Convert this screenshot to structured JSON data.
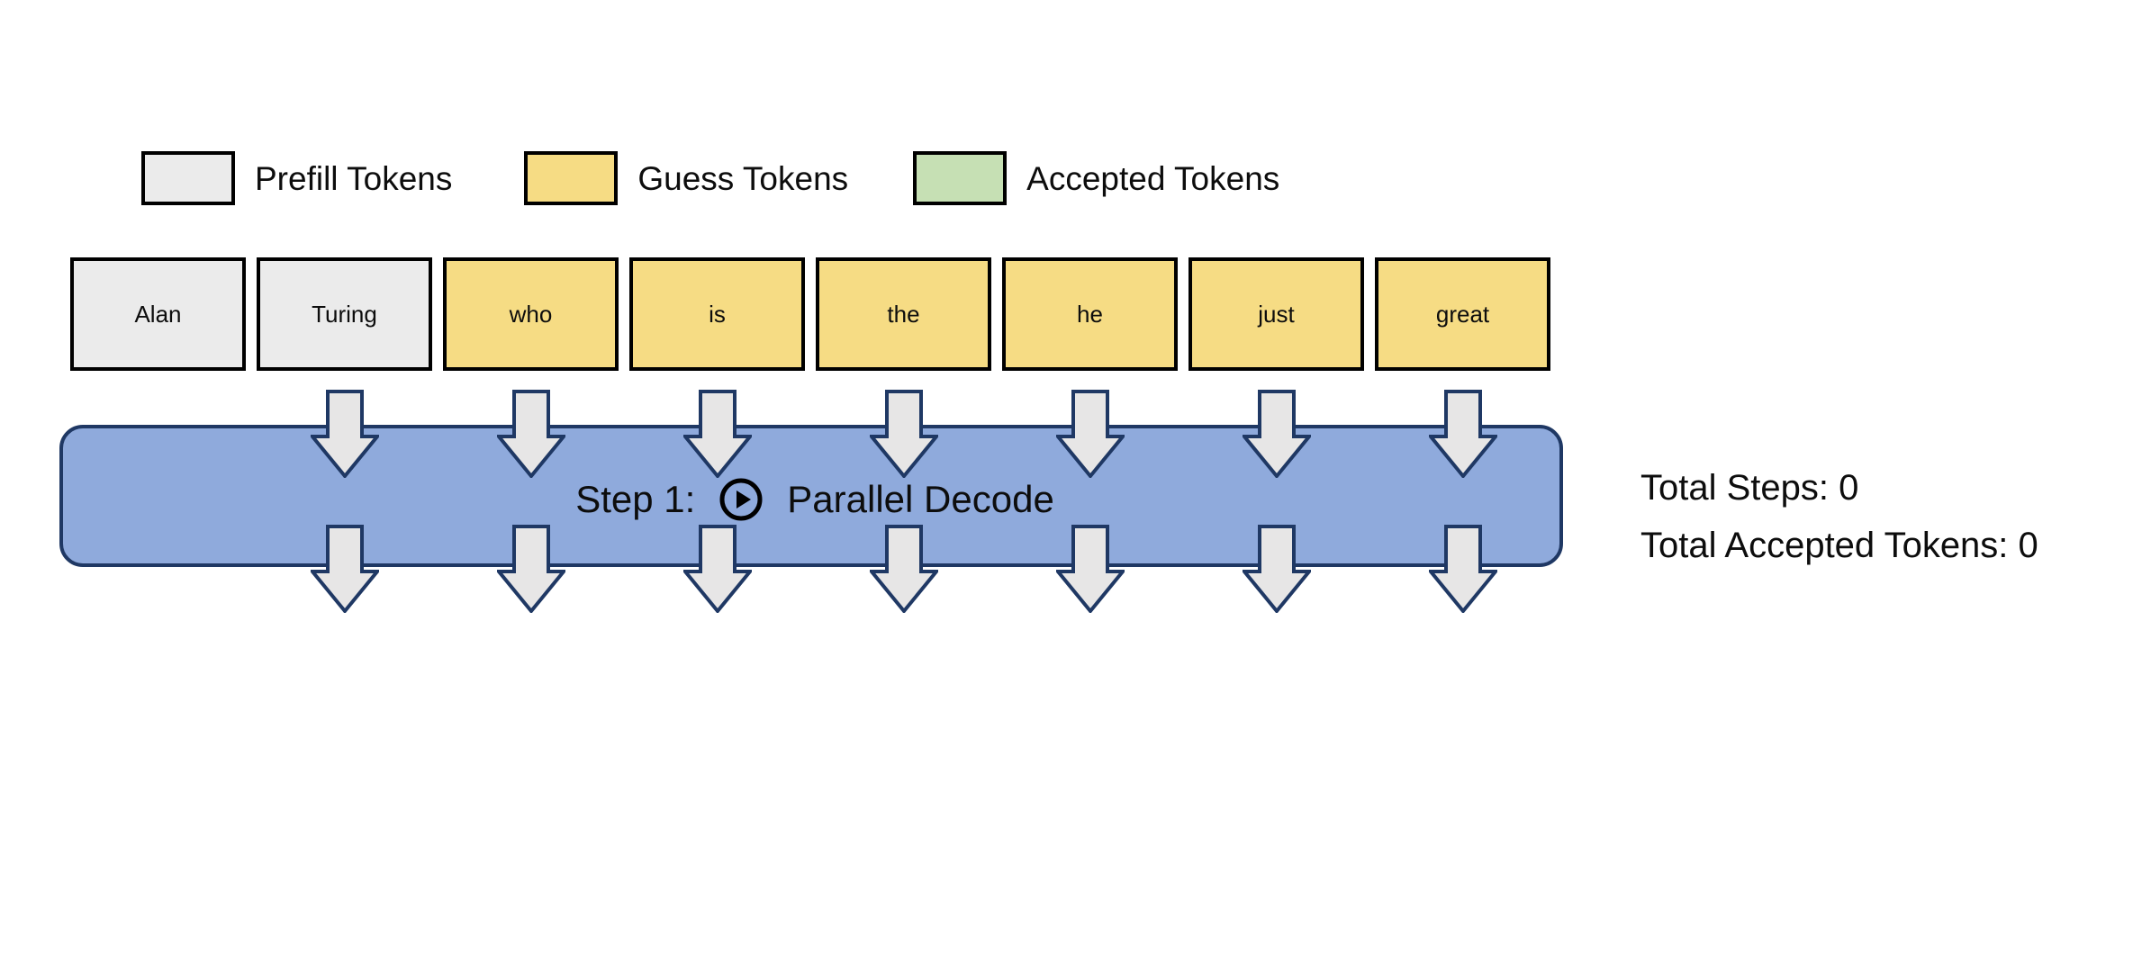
{
  "legend": {
    "items": [
      {
        "label": "Prefill Tokens",
        "kind": "prefill",
        "color": "#EBEBEB"
      },
      {
        "label": "Guess Tokens",
        "kind": "guess",
        "color": "#F6DC84"
      },
      {
        "label": "Accepted Tokens",
        "kind": "accepted",
        "color": "#C6E0B4"
      }
    ]
  },
  "tokens": [
    {
      "text": "Alan",
      "kind": "prefill"
    },
    {
      "text": "Turing",
      "kind": "prefill"
    },
    {
      "text": "who",
      "kind": "guess"
    },
    {
      "text": "is",
      "kind": "guess"
    },
    {
      "text": "the",
      "kind": "guess"
    },
    {
      "text": "he",
      "kind": "guess"
    },
    {
      "text": "just",
      "kind": "guess"
    },
    {
      "text": "great",
      "kind": "guess"
    }
  ],
  "decode_bar": {
    "step_label": "Step 1:",
    "action_label": "Parallel Decode",
    "play_icon": "play-circle-icon",
    "fill_color": "#8FAADC",
    "border_color": "#1F3864"
  },
  "arrows": {
    "count_top": 7,
    "count_bottom": 7,
    "fill_color": "#E7E6E6",
    "border_color": "#1F3864"
  },
  "stats": {
    "total_steps": "Total Steps: 0",
    "total_accepted_tokens": "Total Accepted Tokens: 0"
  }
}
